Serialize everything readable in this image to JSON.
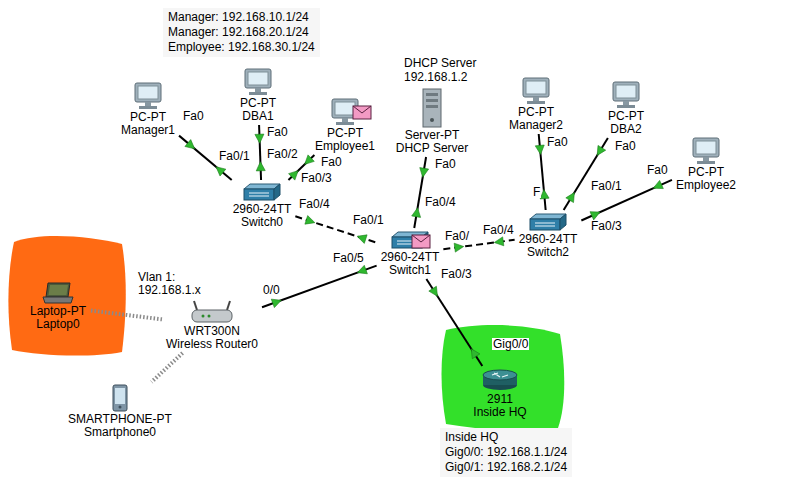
{
  "diagram": {
    "nodes": [
      {
        "text": [
          "Manager: 192.168.10.1/24",
          "Manager: 192.168.20.1/24",
          "Employee: 192.168.30.1/24"
        ]
      },
      {
        "text": [
          "PC-PT",
          "Manager1"
        ]
      },
      {
        "text": [
          "PC-PT",
          "DBA1"
        ]
      },
      {
        "text": [
          "PC-PT",
          "Employee1"
        ]
      },
      {
        "text": [
          "Server-PT",
          "DHCP Server"
        ]
      },
      {
        "text": [
          "PC-PT",
          "Manager2"
        ]
      },
      {
        "text": [
          "PC-PT",
          "DBA2"
        ]
      },
      {
        "text": [
          "PC-PT",
          "Employee2"
        ]
      },
      {
        "text": [
          "2960-24TT",
          "Switch0"
        ]
      },
      {
        "text": [
          "2960-24TT",
          "Switch1"
        ]
      },
      {
        "text": [
          "2960-24TT",
          "Switch2"
        ]
      },
      {
        "text": [
          "Laptop-PT",
          "Laptop0"
        ]
      },
      {
        "text": [
          "WRT300N",
          "Wireless Router0"
        ]
      },
      {
        "text": [
          "SMARTPHONE-PT",
          "Smartphone0"
        ]
      },
      {
        "text": [
          "2911",
          "Inside HQ"
        ]
      },
      {
        "text": [
          "Inside HQ",
          "Gig0/0: 192.168.1.1/24",
          "Gig0/1: 192.168.2.1/24"
        ]
      }
    ],
    "edges": [
      {
        "from": 1,
        "to": 8,
        "arrow": "none"
      },
      {
        "from": 2,
        "to": 8,
        "arrow": "none"
      },
      {
        "from": 3,
        "to": 8,
        "arrow": "none"
      },
      {
        "from": 8,
        "to": 9,
        "arrow": "none"
      },
      {
        "from": 4,
        "to": 9,
        "arrow": "none"
      },
      {
        "from": 9,
        "to": 10,
        "arrow": "none"
      },
      {
        "from": 5,
        "to": 10,
        "arrow": "none"
      },
      {
        "from": 6,
        "to": 10,
        "arrow": "none"
      },
      {
        "from": 7,
        "to": 10,
        "arrow": "none"
      },
      {
        "from": 9,
        "to": 12,
        "arrow": "none"
      },
      {
        "from": 9,
        "to": 14,
        "arrow": "none"
      },
      {
        "from": 12,
        "to": 11,
        "arrow": "none"
      },
      {
        "from": 12,
        "to": 13,
        "arrow": "none"
      }
    ],
    "labels": [
      "DHCP Server",
      "192.168.1.2",
      "Vlan 1:",
      "192.168.1.x",
      "Fa0",
      "Fa0/1",
      "Fa0",
      "Fa0/2",
      "Fa0",
      "Fa0/3",
      "Fa0/4",
      "Fa0/1",
      "Fa0",
      "Fa0/4",
      "Fa0/",
      "Fa0/4",
      "Fa0/5",
      "0/0",
      "Fa0/3",
      "Gig0/0",
      "Fa0",
      "F",
      "Fa0",
      "Fa0/1",
      "Fa0",
      "Fa0/3"
    ]
  }
}
